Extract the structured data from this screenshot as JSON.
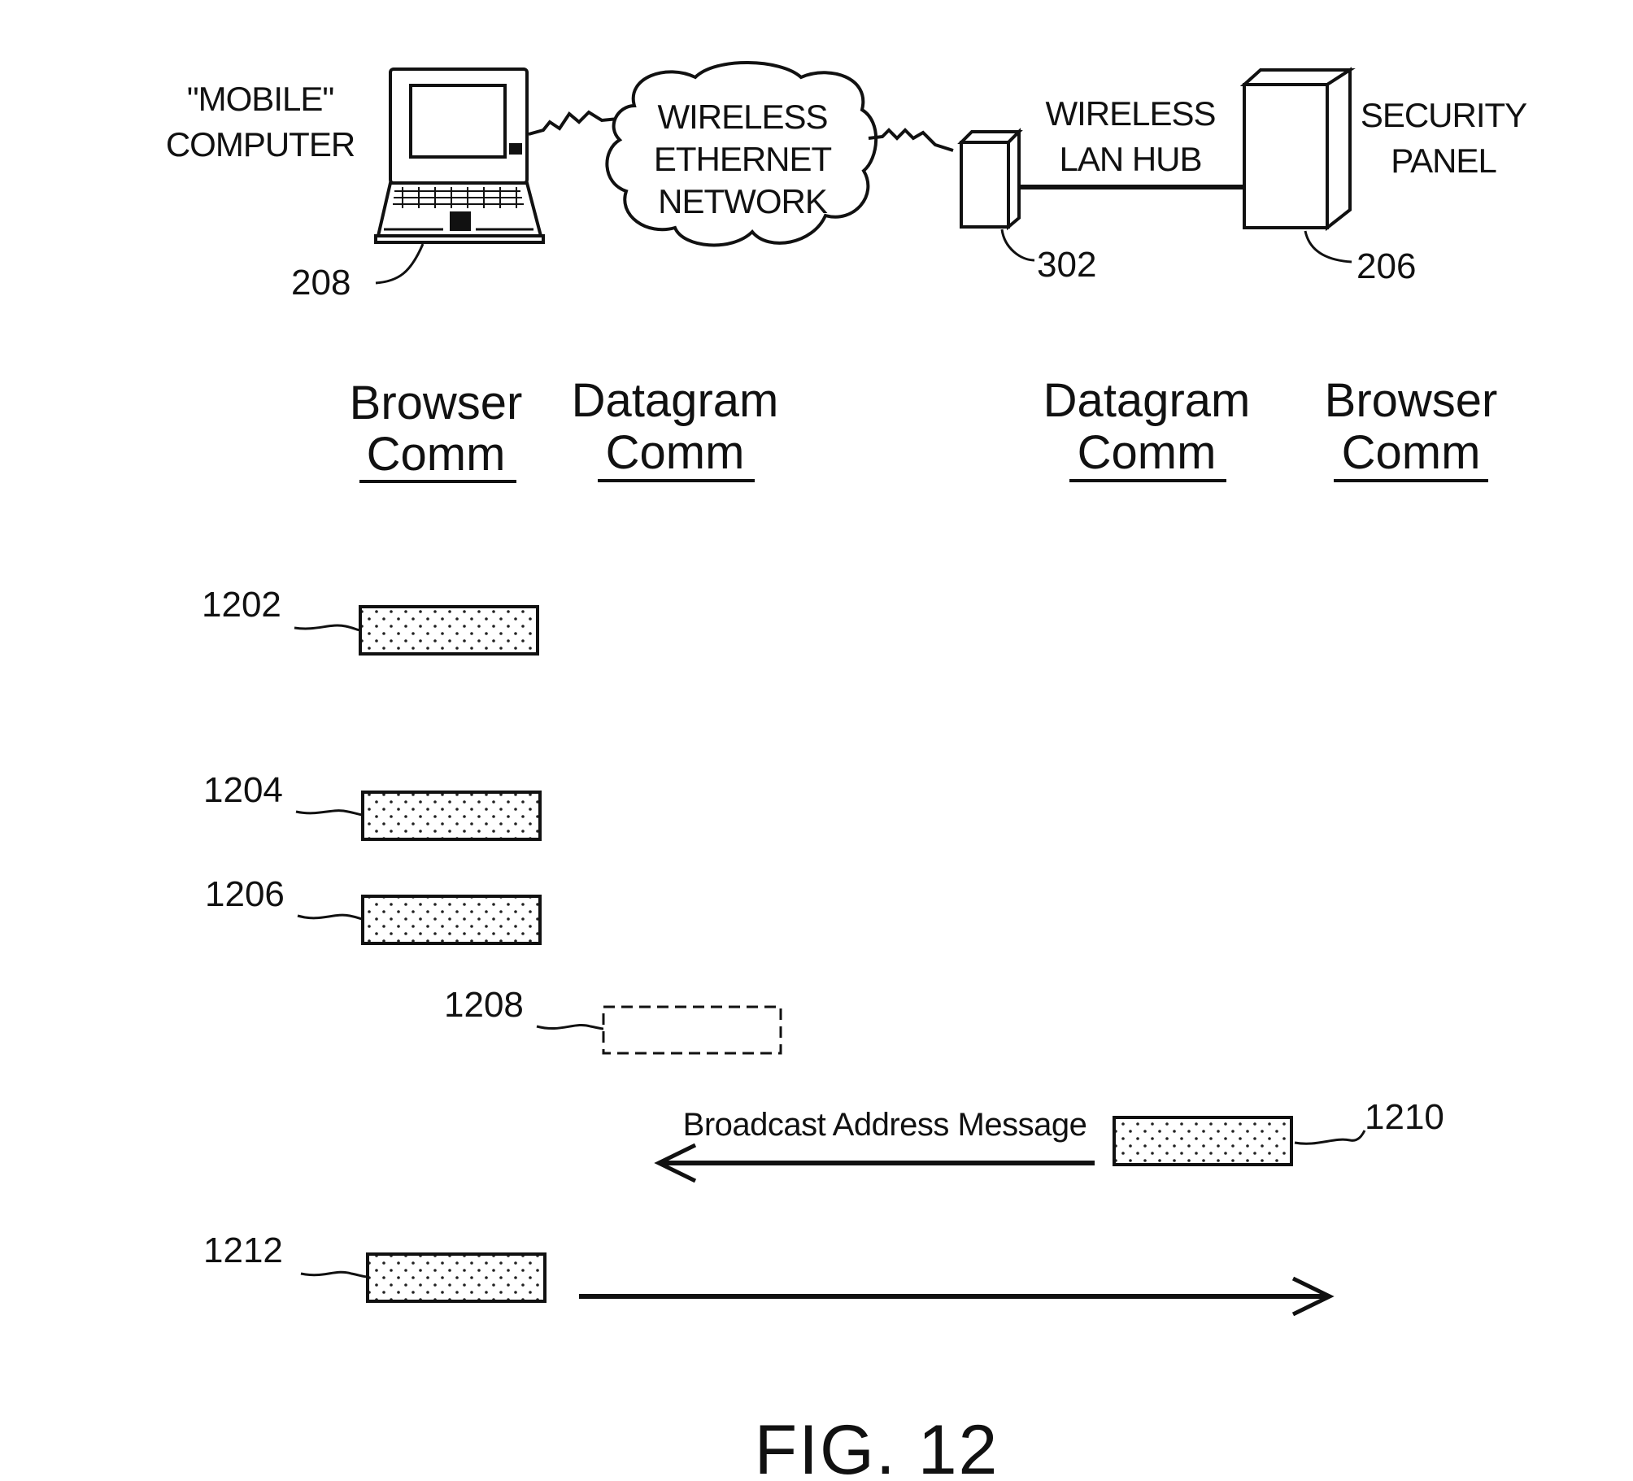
{
  "devices": {
    "mobile_computer": {
      "label_line1": "\"MOBILE\"",
      "label_line2": "COMPUTER",
      "ref": "208"
    },
    "network": {
      "line1": "WIRELESS",
      "line2": "ETHERNET",
      "line3": "NETWORK"
    },
    "hub": {
      "label_line1": "WIRELESS",
      "label_line2": "LAN HUB",
      "ref": "302"
    },
    "panel": {
      "label_line1": "SECURITY",
      "label_line2": "PANEL",
      "ref": "206"
    }
  },
  "columns": [
    {
      "line1": "Browser",
      "line2": "Comm"
    },
    {
      "line1": "Datagram",
      "line2": "Comm"
    },
    {
      "line1": "Datagram",
      "line2": "Comm"
    },
    {
      "line1": "Browser",
      "line2": "Comm"
    }
  ],
  "steps": [
    {
      "ref": "1202",
      "style": "dotted"
    },
    {
      "ref": "1204",
      "style": "dotted"
    },
    {
      "ref": "1206",
      "style": "dotted"
    },
    {
      "ref": "1208",
      "style": "dashed"
    },
    {
      "ref": "1210",
      "style": "dotted"
    },
    {
      "ref": "1212",
      "style": "dotted"
    }
  ],
  "message": "Broadcast Address Message",
  "figure_label": "FIG. 12"
}
